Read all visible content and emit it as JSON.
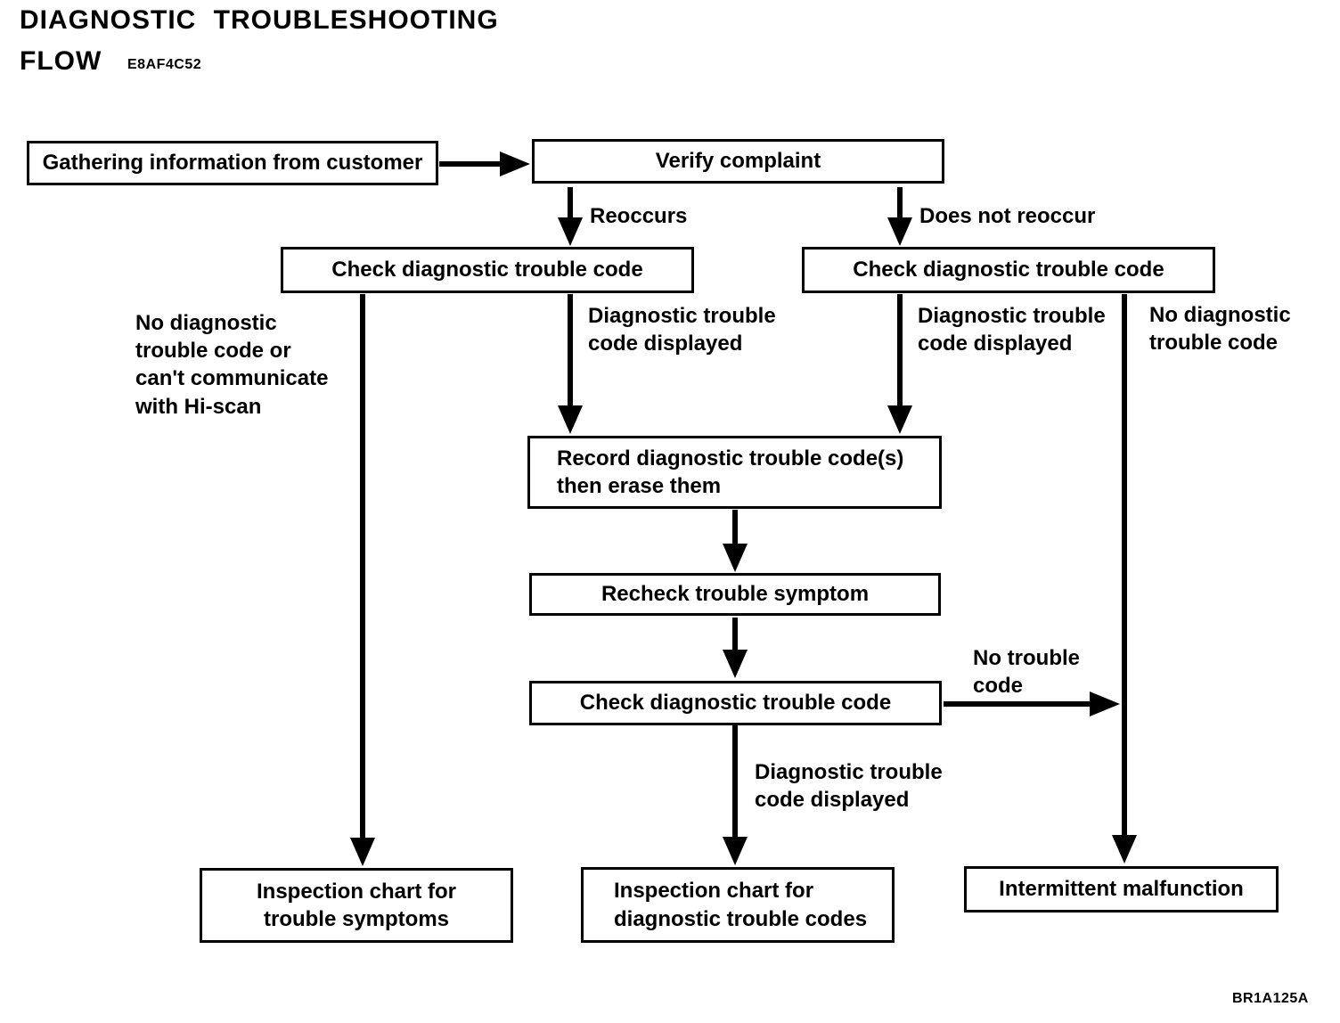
{
  "header": {
    "title_line1": "DIAGNOSTIC TROUBLESHOOTING",
    "title_line2": "FLOW",
    "code": "E8AF4C52"
  },
  "footer": {
    "code": "BR1A125A"
  },
  "nodes": {
    "gathering": "Gathering information from customer",
    "verify": "Verify complaint",
    "check_left": "Check diagnostic trouble code",
    "check_right": "Check diagnostic trouble code",
    "record": "Record diagnostic trouble code(s)\nthen erase them",
    "recheck": "Recheck trouble symptom",
    "check_again": "Check diagnostic trouble code",
    "inspect_symptoms": "Inspection chart for\ntrouble symptoms",
    "inspect_codes": "Inspection chart for\ndiagnostic trouble codes",
    "intermittent": "Intermittent malfunction"
  },
  "edge_labels": {
    "reoccurs": "Reoccurs",
    "does_not_reoccur": "Does not reoccur",
    "no_dtc_or_no_comm": "No diagnostic\ntrouble code or\ncan't communicate\nwith Hi-scan",
    "dtc_displayed_left": "Diagnostic trouble\ncode displayed",
    "dtc_displayed_right": "Diagnostic trouble\ncode displayed",
    "no_dtc": "No diagnostic\ntrouble code",
    "no_trouble_code": "No trouble\ncode",
    "dtc_displayed_recheck": "Diagnostic trouble\ncode displayed"
  },
  "colors": {
    "ink": "#000000",
    "paper": "#ffffff"
  }
}
